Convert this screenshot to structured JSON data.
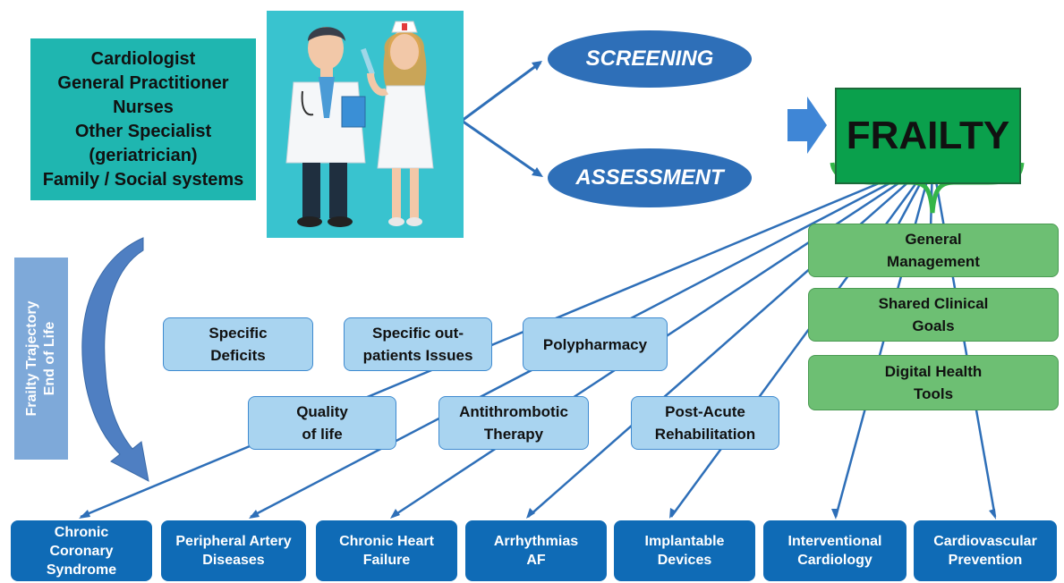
{
  "actors": [
    "Cardiologist",
    "General Practitioner",
    "Nurses",
    "Other Specialist",
    "(geriatrician)",
    "Family / Social systems"
  ],
  "process": {
    "screening": "SCREENING",
    "assessment": "ASSESSMENT"
  },
  "outcome": "FRAILTY",
  "trajectory": {
    "line1": "Frailty Trajectory",
    "line2": "End of Life"
  },
  "management": [
    {
      "line1": "General",
      "line2": "Management"
    },
    {
      "line1": "Shared Clinical",
      "line2": "Goals"
    },
    {
      "line1": "Digital Health",
      "line2": "Tools"
    }
  ],
  "issues": {
    "specific_deficits": {
      "line1": "Specific",
      "line2": "Deficits"
    },
    "outpatient_issues": {
      "line1": "Specific out-",
      "line2": "patients Issues"
    },
    "polypharmacy": {
      "line1": "Polypharmacy"
    },
    "quality_of_life": {
      "line1": "Quality",
      "line2": "of life"
    },
    "antithrombotic": {
      "line1": "Antithrombotic",
      "line2": "Therapy"
    },
    "rehabilitation": {
      "line1": "Post-Acute",
      "line2": "Rehabilitation"
    }
  },
  "conditions": [
    {
      "l1": "Chronic",
      "l2": "Coronary",
      "l3": "Syndrome"
    },
    {
      "l1": "Peripheral Artery",
      "l2": "Diseases"
    },
    {
      "l1": "Chronic Heart",
      "l2": "Failure"
    },
    {
      "l1": "Arrhythmias",
      "l2": "AF"
    },
    {
      "l1": "Implantable",
      "l2": "Devices"
    },
    {
      "l1": "Interventional",
      "l2": "Cardiology"
    },
    {
      "l1": "Cardiovascular",
      "l2": "Prevention"
    }
  ],
  "colors": {
    "teal": "#1fb6b0",
    "ellipse_blue": "#2e6fb8",
    "frailty_green": "#0aa04c",
    "mgmt_green": "#6dbf73",
    "issue_light_blue": "#a9d4f0",
    "condition_blue": "#0f6bb6",
    "trajectory_blue": "#7ea9d9",
    "connector_blue": "#2e6fb8"
  }
}
